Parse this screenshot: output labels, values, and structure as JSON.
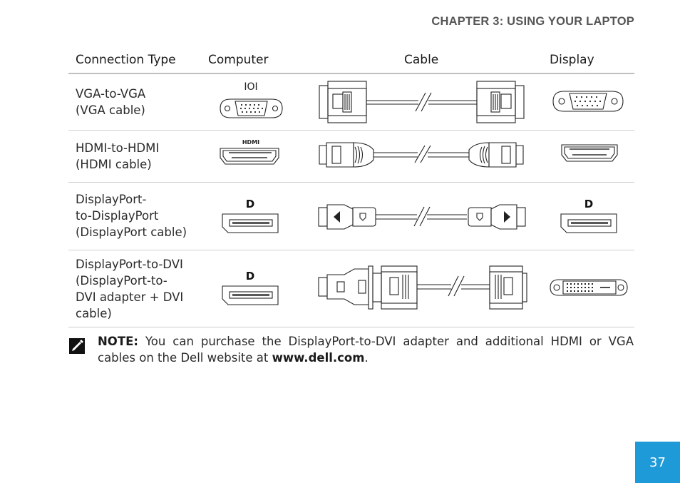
{
  "header": {
    "chapter": "CHAPTER 3: USING YOUR LAPTOP"
  },
  "table": {
    "columns": [
      "Connection Type",
      "Computer",
      "Cable",
      "Display"
    ],
    "rows": [
      {
        "type": "VGA-to-VGA\n(VGA cable)",
        "computer_label": "IOI",
        "computer_icon": "vga-port-icon",
        "cable_icon": "vga-cable-icon",
        "display_icon": "vga-port-icon"
      },
      {
        "type": "HDMI-to-HDMI\n(HDMI cable)",
        "computer_label": "HDMI",
        "computer_icon": "hdmi-port-icon",
        "cable_icon": "hdmi-cable-icon",
        "display_icon": "hdmi-port-icon"
      },
      {
        "type": "DisplayPort-\nto-DisplayPort\n(DisplayPort cable)",
        "computer_label": "D",
        "computer_icon": "displayport-port-icon",
        "cable_icon": "displayport-cable-icon",
        "display_icon": "displayport-port-icon"
      },
      {
        "type": "DisplayPort-to-DVI\n(DisplayPort-to-\nDVI adapter + DVI\ncable)",
        "computer_label": "D",
        "computer_icon": "displayport-port-icon",
        "cable_icon": "dp-dvi-adapter-cable-icon",
        "display_icon": "dvi-port-icon"
      }
    ]
  },
  "note": {
    "label": "NOTE:",
    "text": " You can purchase the DisplayPort-to-DVI adapter and additional HDMI or VGA cables on the Dell website at ",
    "link": "www.dell.com",
    "end": "."
  },
  "page_number": "37"
}
